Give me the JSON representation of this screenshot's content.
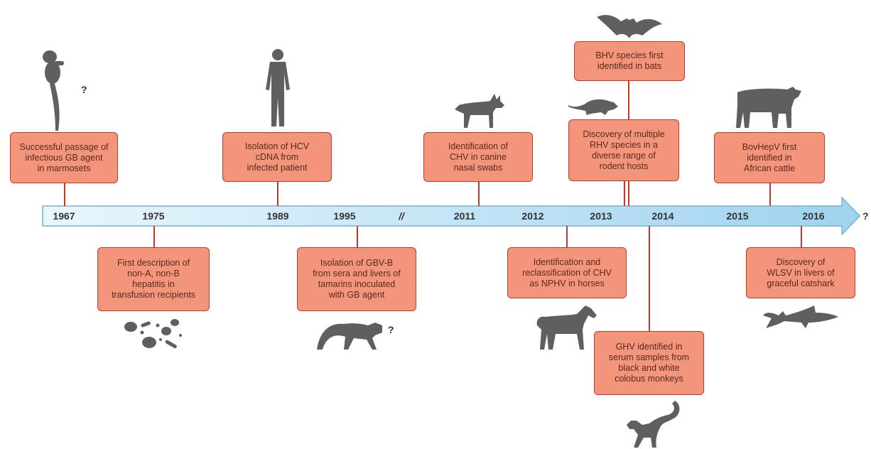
{
  "colors": {
    "box_fill": "#f2957a",
    "box_border": "#c0392b",
    "axis_start": "#eaf6fc",
    "axis_end": "#9fd3ef",
    "silhouette": "#5f5f5f"
  },
  "timeline": {
    "years": [
      "1967",
      "1975",
      "1989",
      "1995",
      "//",
      "2011",
      "2012",
      "2013",
      "2014",
      "2015",
      "2016"
    ],
    "end_mark": "?"
  },
  "events_above": [
    {
      "text": "Successful passage of\ninfectious GB agent\nin marmosets",
      "icon": "marmoset-icon",
      "mark": "?"
    },
    {
      "text": "Isolation of HCV\ncDNA from\ninfected patient",
      "icon": "human-icon"
    },
    {
      "text": "Identification of\nCHV in canine\nnasal swabs",
      "icon": "dog-icon"
    },
    {
      "text": "BHV species first\nidentified in bats",
      "icon": "bat-icon"
    },
    {
      "text": "Discovery of multiple\nRHV species in a\ndiverse range of\nrodent hosts",
      "icon": "rodent-icon"
    },
    {
      "text": "BovHepV first\nidentified in\nAfrican cattle",
      "icon": "cow-icon"
    }
  ],
  "events_below": [
    {
      "text": "First description of\nnon-A, non-B\nhepatitis in\ntransfusion recipients",
      "icon": "blood-cells-icon"
    },
    {
      "text": "Isolation of GBV-B\nfrom sera and livers of\ntamarins inoculated\nwith GB agent",
      "icon": "tamarin-icon",
      "mark": "?"
    },
    {
      "text": "Identification and\nreclassification of CHV\nas NPHV in horses",
      "icon": "horse-icon"
    },
    {
      "text": "GHV identified in\nserum samples from\nblack and white\ncolobus monkeys",
      "icon": "colobus-monkey-icon"
    },
    {
      "text": "Discovery of\nWLSV in livers of\ngraceful catshark",
      "icon": "shark-icon"
    }
  ]
}
